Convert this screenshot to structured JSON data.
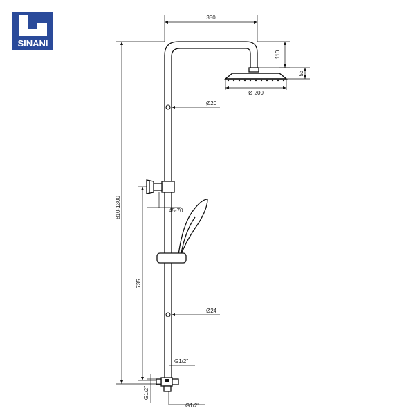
{
  "brand": {
    "name": "SINANI",
    "color": "#2a4a9a"
  },
  "dimensions": {
    "arm_reach": "350",
    "arm_height": "110",
    "head_thickness": "53",
    "head_diameter": "Ø 200",
    "upper_pipe_diameter": "Ø20",
    "lower_pipe_diameter": "Ø24",
    "total_height": "810-1300",
    "mixer_height": "735",
    "adjustment": "45-70",
    "upper_thread": "G1/2\"",
    "lower_thread": "G1/2\"",
    "side_thread": "G1/2\""
  }
}
